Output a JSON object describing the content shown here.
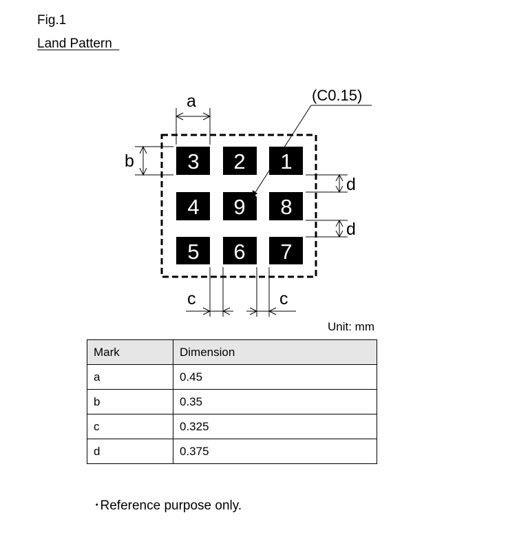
{
  "figure": {
    "label": "Fig.1",
    "title": "Land Pattern  "
  },
  "diagram": {
    "corner_note": "(C0.15)",
    "pads": [
      "3",
      "2",
      "1",
      "4",
      "9",
      "8",
      "5",
      "6",
      "7"
    ],
    "dim_labels": {
      "a": "a",
      "b": "b",
      "c_left": "c",
      "c_right": "c",
      "d_top": "d",
      "d_bottom": "d"
    }
  },
  "unit": "Unit: mm",
  "table": {
    "headers": [
      "Mark",
      "Dimension"
    ],
    "rows": [
      [
        "a",
        "0.45"
      ],
      [
        "b",
        "0.35"
      ],
      [
        "c",
        "0.325"
      ],
      [
        "d",
        "0.375"
      ]
    ]
  },
  "note": "･Reference purpose only."
}
